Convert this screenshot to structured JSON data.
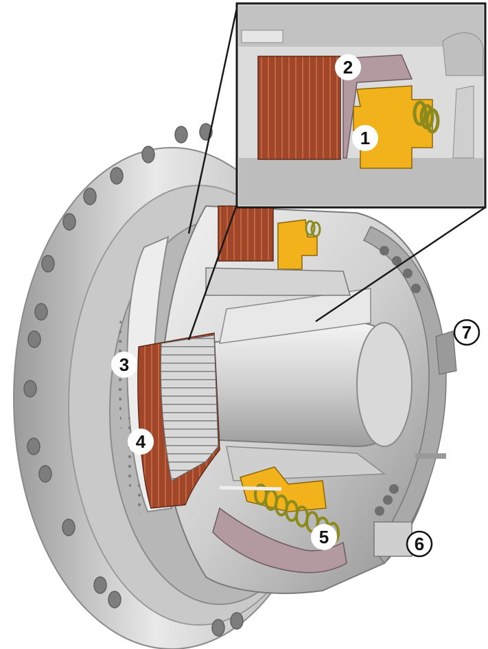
{
  "callouts": [
    {
      "label": "1",
      "style": "filled"
    },
    {
      "label": "2",
      "style": "filled"
    },
    {
      "label": "3",
      "style": "filled"
    },
    {
      "label": "4",
      "style": "filled"
    },
    {
      "label": "5",
      "style": "filled"
    },
    {
      "label": "6",
      "style": "outline"
    },
    {
      "label": "7",
      "style": "outline"
    }
  ],
  "colors": {
    "steel_light": "#e6e6e6",
    "steel_mid": "#bdbdbd",
    "steel_dark": "#8a8a8a",
    "friction_plate": "#a0462a",
    "piston_yellow": "#f2b21b",
    "spring_green": "#c8c43a",
    "pressure_plate": "#b39aa0"
  }
}
